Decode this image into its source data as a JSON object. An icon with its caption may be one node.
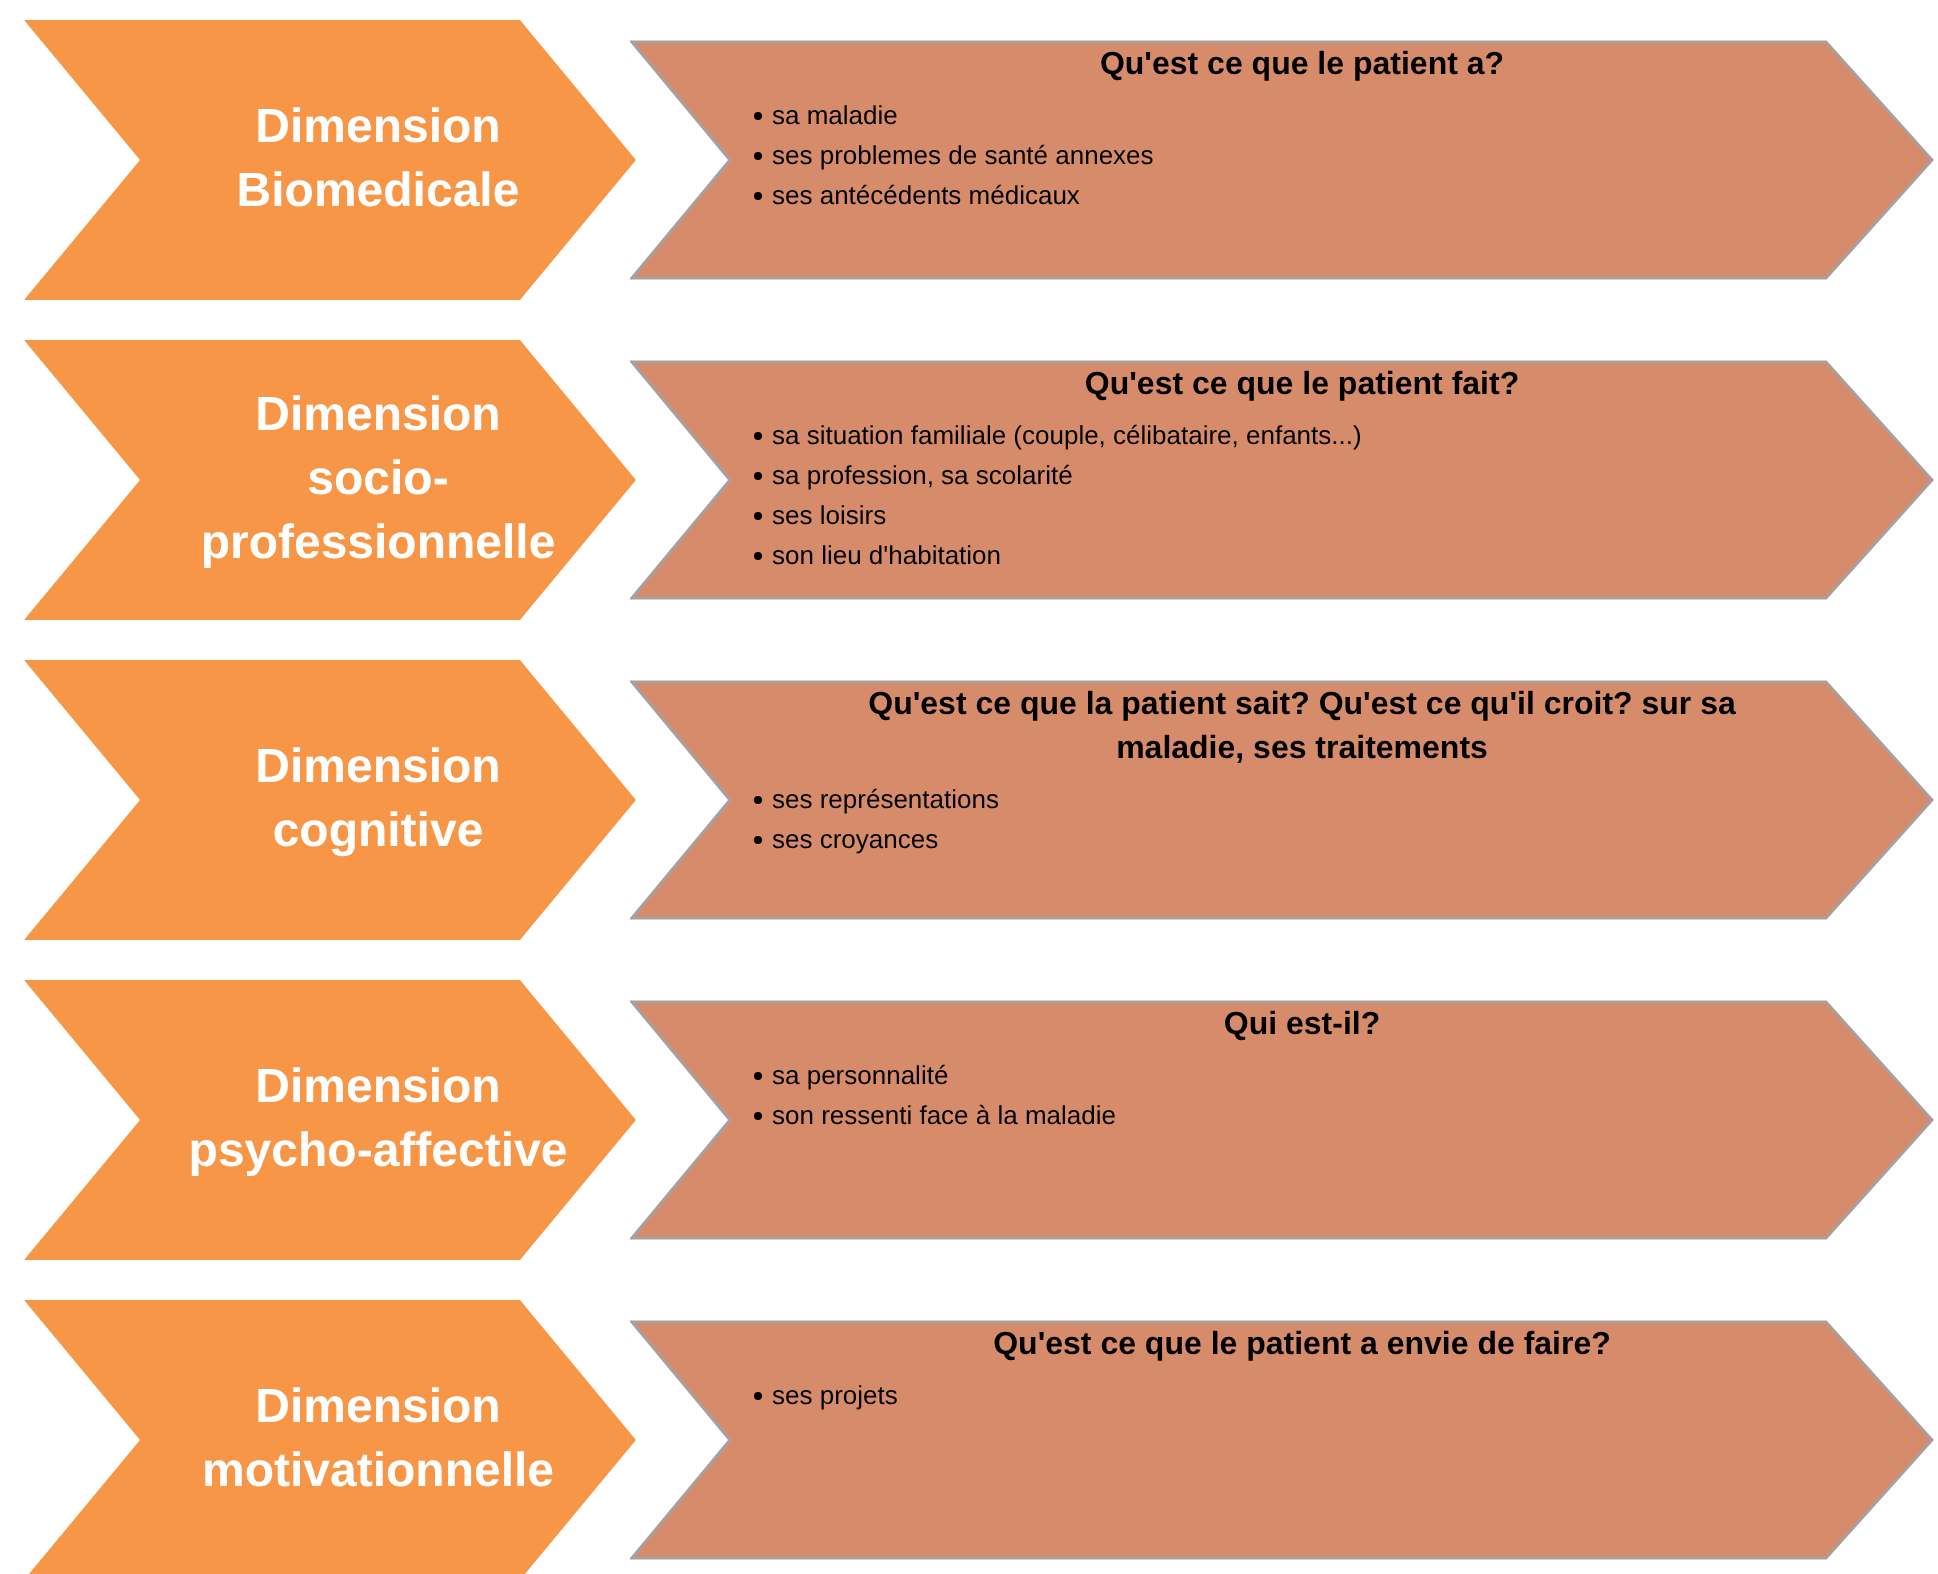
{
  "diagram": {
    "nodes": [
      {
        "text": [
          "Dimension Biomedicale"
        ]
      },
      {
        "text": [
          "Qu'est ce que le patient a?",
          "sa maladie",
          "ses problemes de santé annexes",
          "ses antécédents médicaux"
        ]
      },
      {
        "text": [
          "Dimension socio-professionnelle"
        ]
      },
      {
        "text": [
          "Qu'est ce que le patient fait?",
          "sa situation familiale (couple, célibataire, enfants...)",
          "sa profession, sa scolarité",
          "ses loisirs",
          "son lieu d'habitation"
        ]
      },
      {
        "text": [
          "Dimension cognitive"
        ]
      },
      {
        "text": [
          "Qu'est ce que la patient sait? Qu'est ce qu'il croit? sur sa maladie, ses traitements",
          "ses représentations",
          "ses croyances"
        ]
      },
      {
        "text": [
          "Dimension psycho-affective"
        ]
      },
      {
        "text": [
          "Qui est-il?",
          "sa personnalité",
          "son ressenti face à la maladie"
        ]
      },
      {
        "text": [
          "Dimension motivationnelle"
        ]
      },
      {
        "text": [
          "Qu'est ce que le patient a envie de faire?",
          "ses projets"
        ]
      }
    ]
  }
}
